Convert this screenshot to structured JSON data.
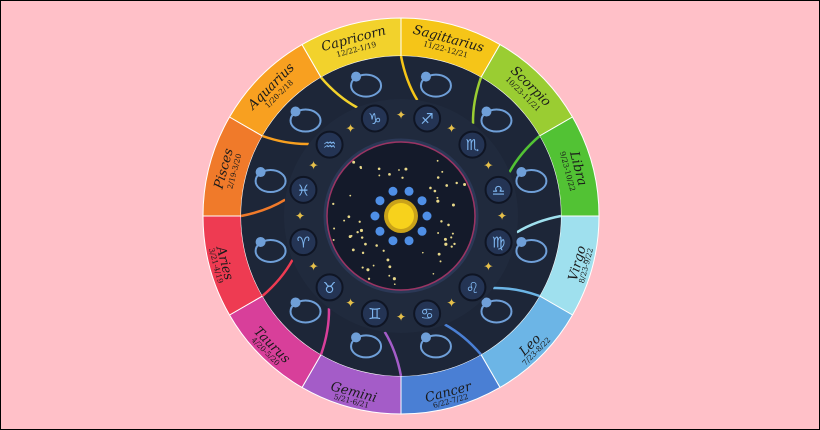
{
  "signs": [
    {
      "name": "Sagittarius",
      "dates": "11/22-12/21",
      "glyph": "♐",
      "color": "#f5c518",
      "icon": "archer-icon"
    },
    {
      "name": "Scorpio",
      "dates": "10/23-11/21",
      "glyph": "♏",
      "color": "#9acd32",
      "icon": "scorpion-icon"
    },
    {
      "name": "Libra",
      "dates": "9/23-10/22",
      "glyph": "♎",
      "color": "#52c234",
      "icon": "scales-icon"
    },
    {
      "name": "Virgo",
      "dates": "8/23-9/22",
      "glyph": "♍",
      "color": "#9fe0ee",
      "icon": "maiden-icon"
    },
    {
      "name": "Leo",
      "dates": "7/23-8/22",
      "glyph": "♌",
      "color": "#6cb5e6",
      "icon": "lion-icon"
    },
    {
      "name": "Cancer",
      "dates": "6/22-7/22",
      "glyph": "♋",
      "color": "#4a7fd4",
      "icon": "crab-icon"
    },
    {
      "name": "Gemini",
      "dates": "5/21-6/21",
      "glyph": "♊",
      "color": "#a45cc8",
      "icon": "twins-icon"
    },
    {
      "name": "Taurus",
      "dates": "4/20-5/20",
      "glyph": "♉",
      "color": "#d83f9a",
      "icon": "bull-icon"
    },
    {
      "name": "Aries",
      "dates": "3/21-4/19",
      "glyph": "♈",
      "color": "#ee3b52",
      "icon": "ram-icon"
    },
    {
      "name": "Pisces",
      "dates": "2/19-3/20",
      "glyph": "♓",
      "color": "#f07a2a",
      "icon": "fish-icon"
    },
    {
      "name": "Aquarius",
      "dates": "1/20-2/18",
      "glyph": "♒",
      "color": "#f8a020",
      "icon": "water-bearer-icon"
    },
    {
      "name": "Capricorn",
      "dates": "12/22-1/19",
      "glyph": "♑",
      "color": "#f2d22c",
      "icon": "goat-icon"
    }
  ],
  "center_icon": "sun-icon",
  "colors": {
    "background": "#ffc0c8",
    "wheel": "#1d2638",
    "glyph": "#7fb6f0",
    "star": "#e6c04a",
    "sun": "#f7d21c"
  }
}
